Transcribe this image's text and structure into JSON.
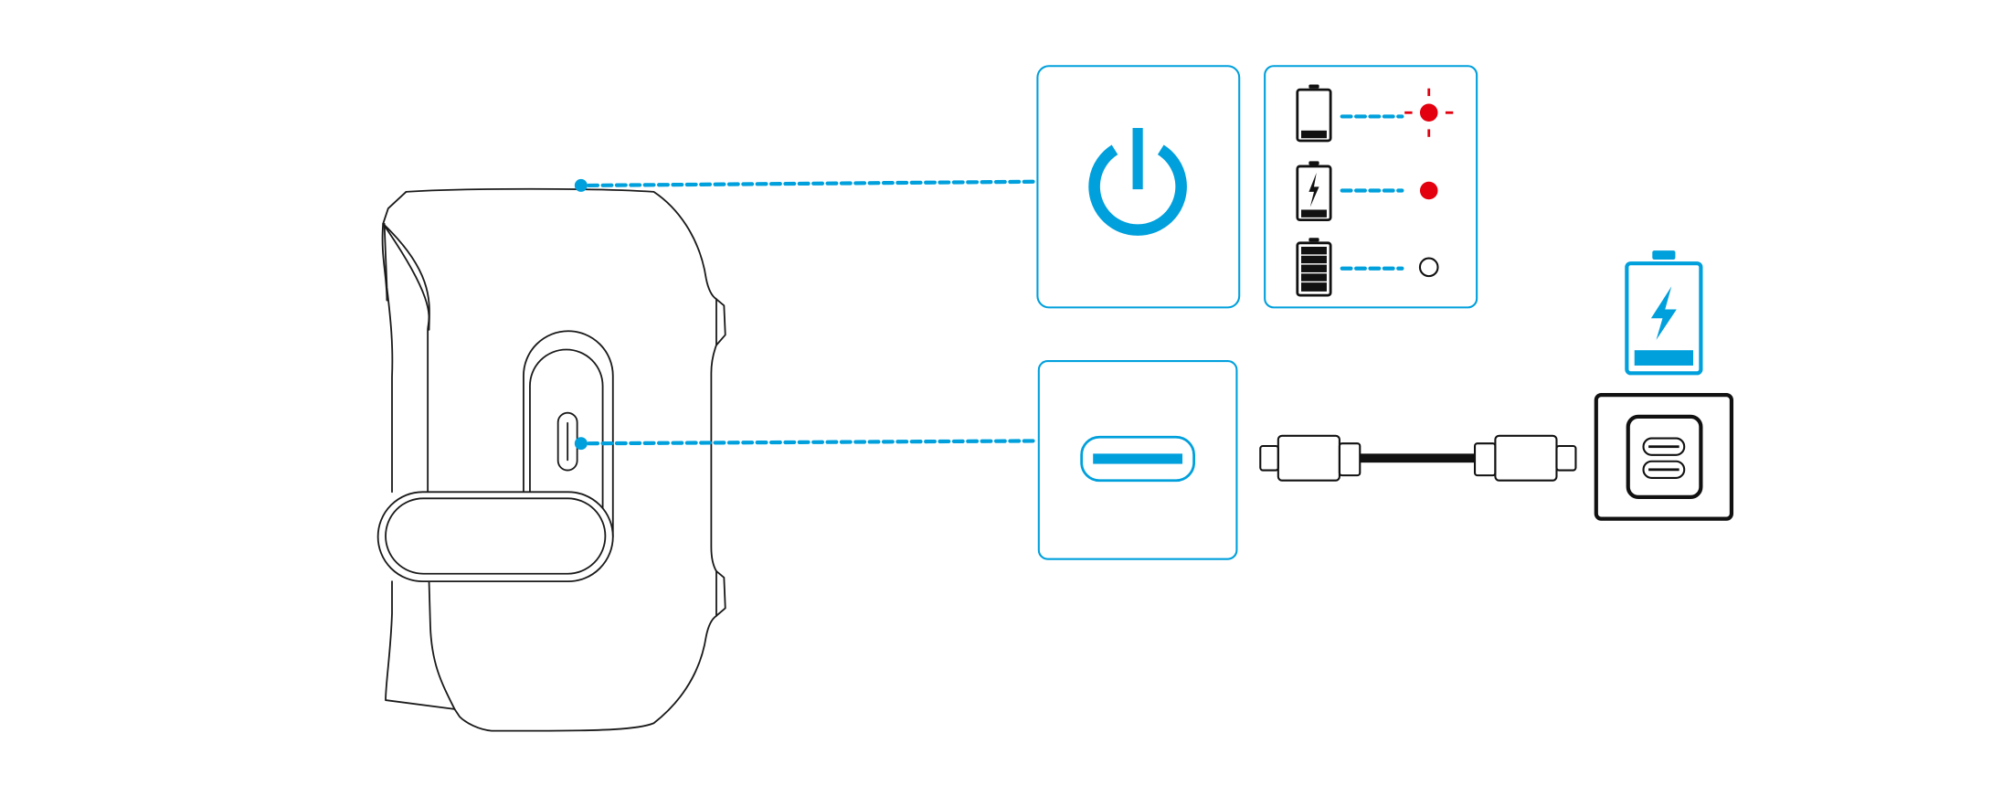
{
  "diagram": {
    "colors": {
      "accent": "#00a0dc",
      "led_red": "#e3000f",
      "line": "#111111",
      "background": "#ffffff"
    },
    "icons": {
      "speaker": "speaker-side-view",
      "power_button": "power-icon",
      "usb_port": "usb-c-port-icon",
      "cable": "usb-c-cable-icon",
      "wall_charger": "wall-outlet-usb-c-icon",
      "charging_battery": "battery-charging-icon"
    },
    "battery_status": [
      {
        "battery": "battery-low-icon",
        "led": "red-blinking"
      },
      {
        "battery": "battery-charging-icon",
        "led": "red-solid"
      },
      {
        "battery": "battery-full-icon",
        "led": "off"
      }
    ]
  }
}
